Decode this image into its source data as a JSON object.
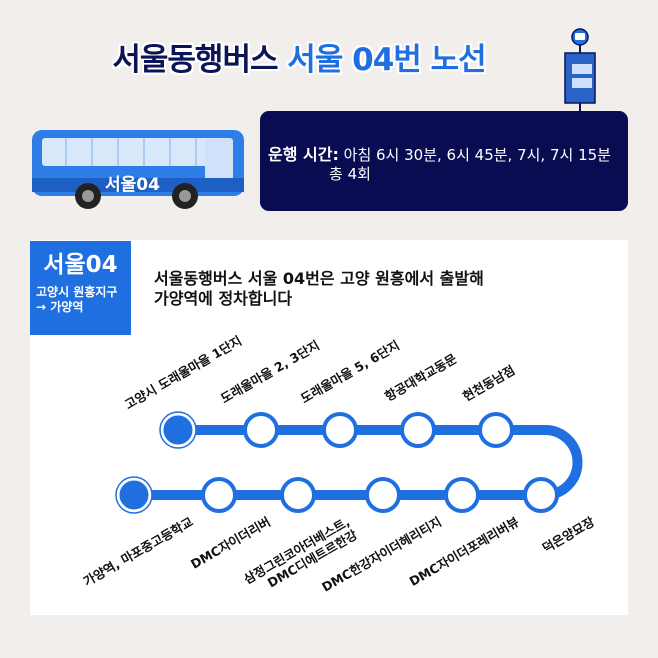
{
  "title": {
    "part1": "서울동행버스",
    "part2": "서울 04번 노선"
  },
  "bus": {
    "label": "서울04"
  },
  "schedule": {
    "label": "운행 시간:",
    "times": "아침 6시 30분, 6시 45분, 7시, 7시 15분",
    "total": "총 4회"
  },
  "route_tag": {
    "number": "서울04",
    "line1": "고양시 원흥지구",
    "line2": "→ 가양역"
  },
  "description": {
    "line1": "서울동행버스 서울 04번은 고양 원흥에서 출발해",
    "line2": "가양역에 정차합니다"
  },
  "stops_top": [
    "고양시 도래울마을 1단지",
    "도래울마을 2, 3단지",
    "도래울마을 5, 6단지",
    "항공대학교동문",
    "현천동남점"
  ],
  "stops_bottom": [
    "가양역, 마포중고등학교",
    "DMC자이더리버",
    "삼정그린코아더베스트,",
    "DMC디에트르한강",
    "DMC한강자이더헤리티지",
    "DMC자이더포레리버뷰",
    "덕은양묘장"
  ],
  "colors": {
    "accent": "#1f6fe0",
    "navy": "#0a0c52"
  }
}
